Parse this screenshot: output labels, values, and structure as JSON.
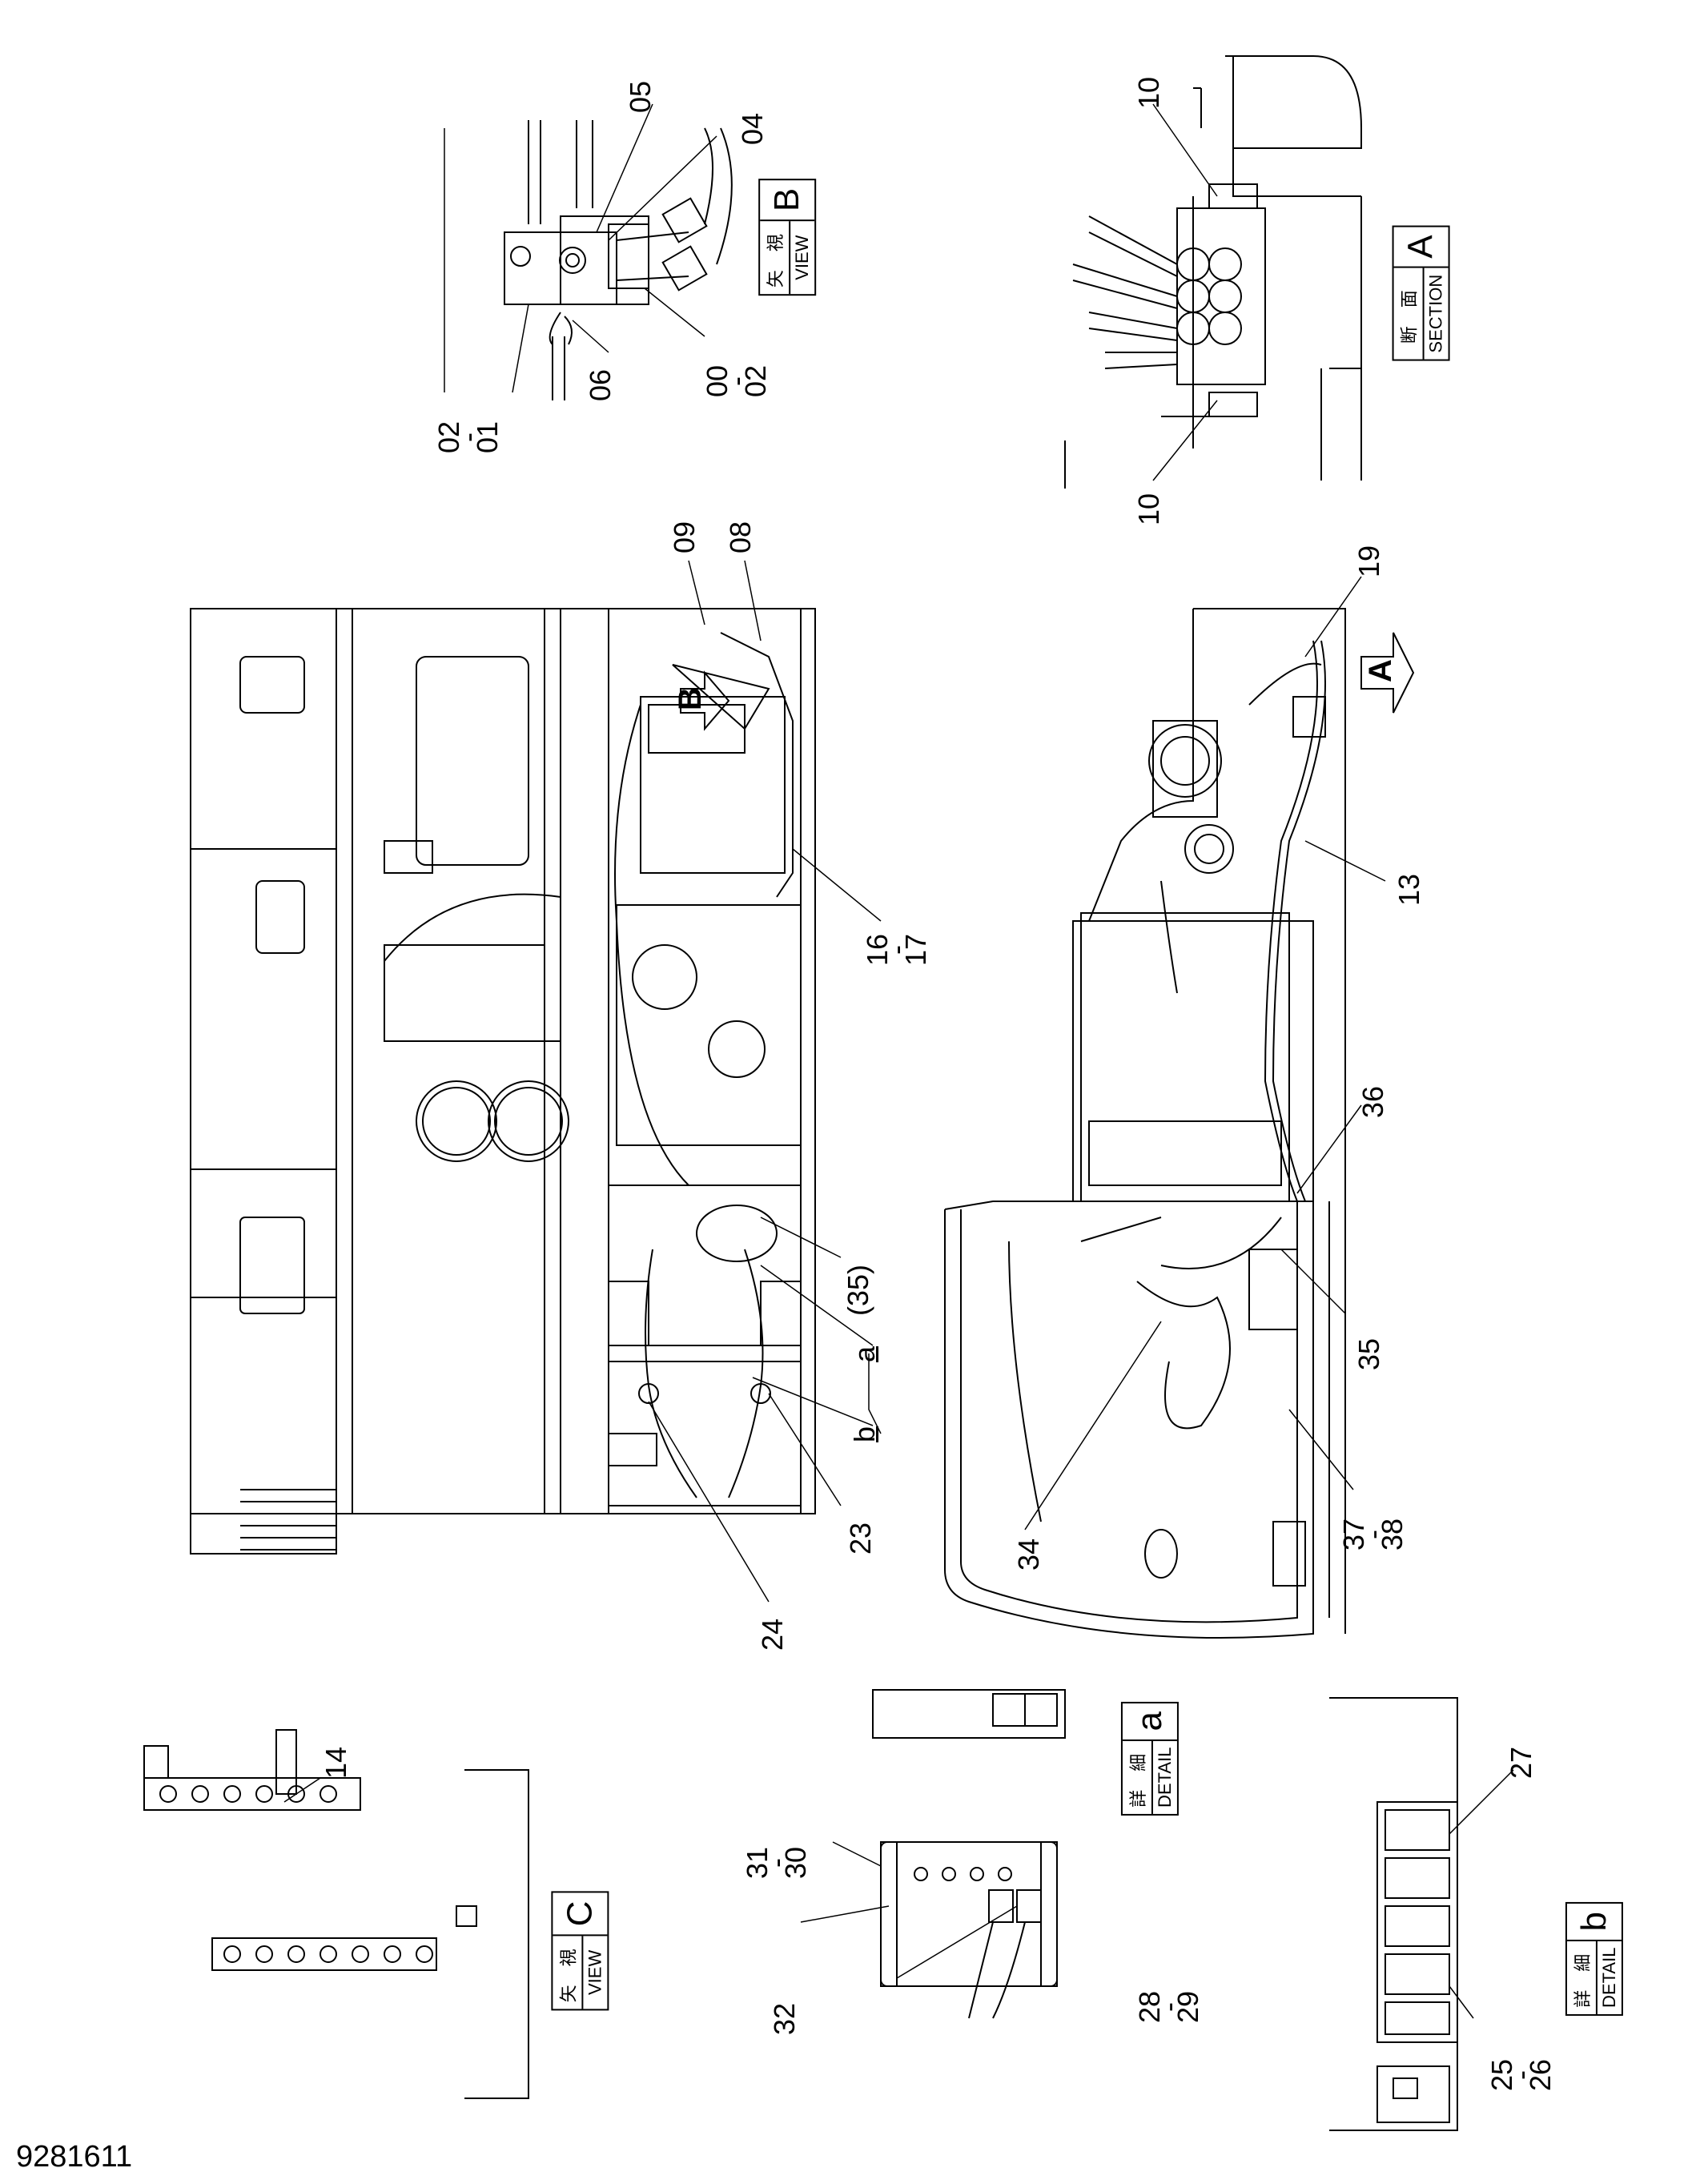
{
  "drawing_number": "9281611",
  "view_boxes": {
    "view_b": {
      "jp": "矢 視",
      "en": "VIEW",
      "letter": "B"
    },
    "section_a": {
      "jp": "断 面",
      "en": "SECTION",
      "letter": "A"
    },
    "view_c": {
      "jp": "矢 視",
      "en": "VIEW",
      "letter": "C"
    },
    "detail_a": {
      "jp": "詳 細",
      "en": "DETAIL",
      "letter": "a"
    },
    "detail_b": {
      "jp": "詳 細",
      "en": "DETAIL",
      "letter": "b"
    }
  },
  "arrow_markers": {
    "b": "B",
    "a": "A"
  },
  "callouts": {
    "c05": "05",
    "c04": "04",
    "c06": "06",
    "c0002": "00\n-\n02",
    "c0201": "02\n-\n01",
    "c10a": "10",
    "c10b": "10",
    "c09": "09",
    "c08": "08",
    "c1617": "16\n-\n17",
    "c35p": "(35)",
    "ca": "a",
    "cb": "b",
    "c23": "23",
    "c24": "24",
    "c19": "19",
    "c13": "13",
    "c36": "36",
    "c35": "35",
    "c34": "34",
    "c3738": "37\n-\n38",
    "c14": "14",
    "c3130": "31\n-\n30",
    "c32": "32",
    "c2829": "28\n-\n29",
    "c27": "27",
    "c2526": "25\n-\n26"
  }
}
